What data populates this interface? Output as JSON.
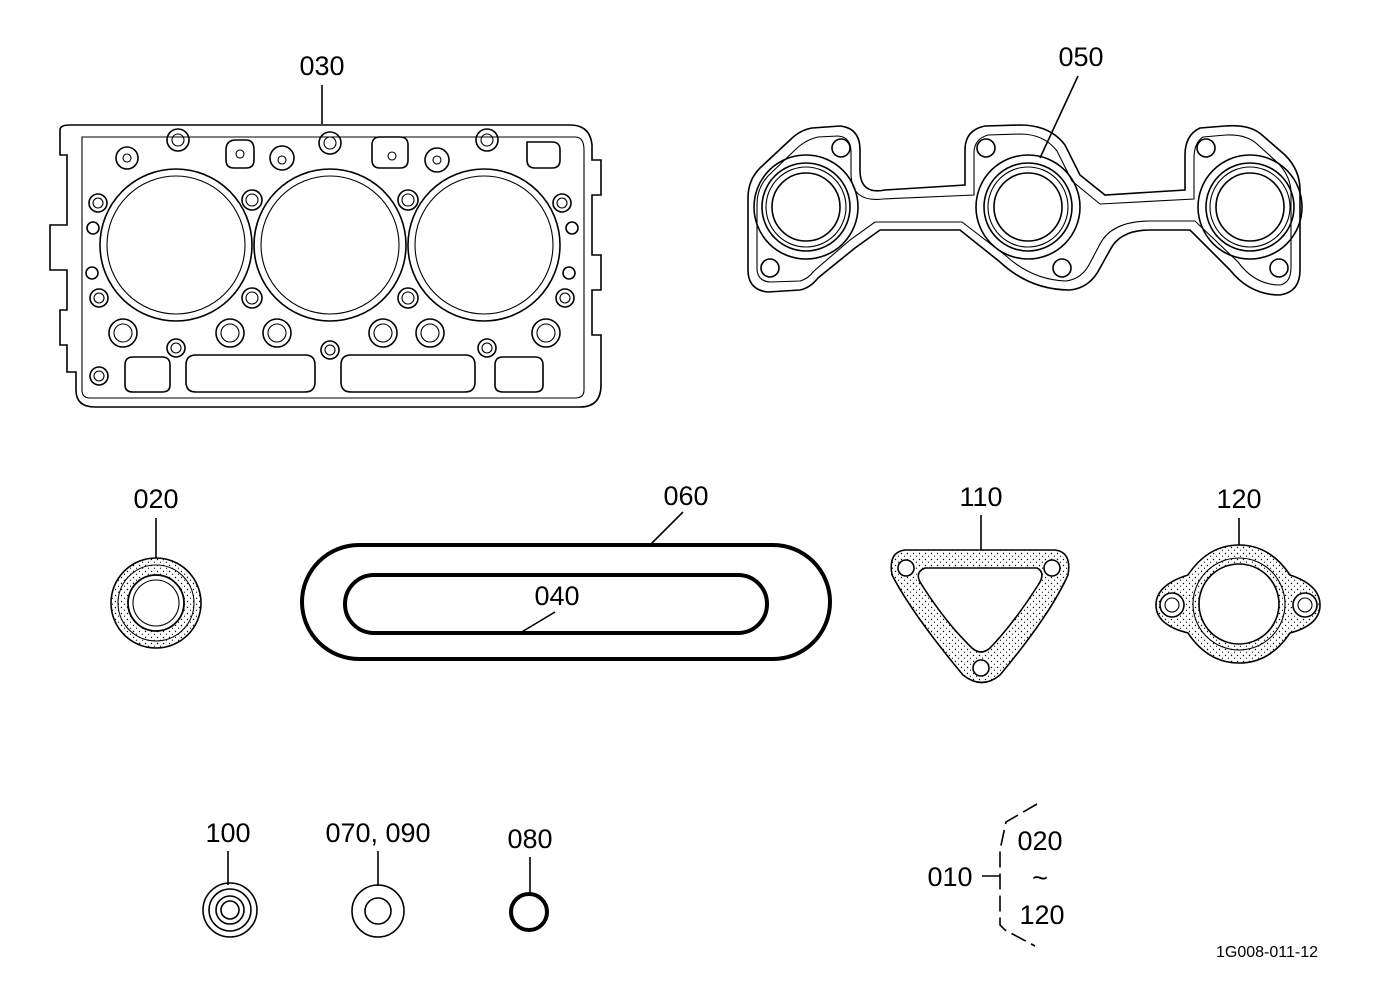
{
  "parts": {
    "p030": "030",
    "p050": "050",
    "p020": "020",
    "p060": "060",
    "p040": "040",
    "p110": "110",
    "p120": "120",
    "p100": "100",
    "p070_090": "070, 090",
    "p080": "080"
  },
  "bracket": {
    "assembly": "010",
    "range_start": "020",
    "range_sep": "~",
    "range_end": "120"
  },
  "drawing_code": "1G008-011-12"
}
